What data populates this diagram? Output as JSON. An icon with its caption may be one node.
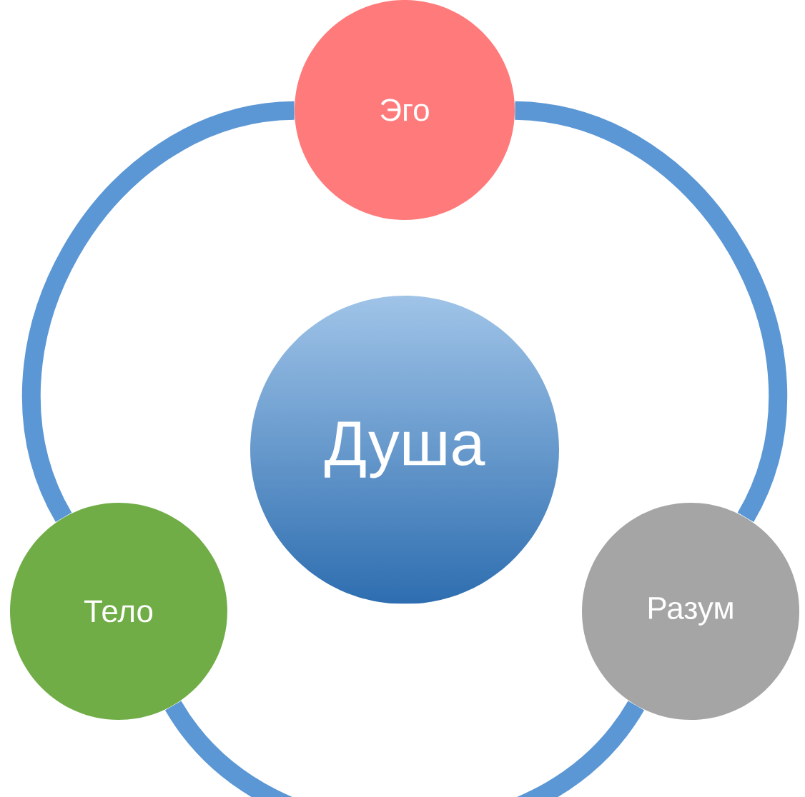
{
  "diagram": {
    "nodes": [
      {
        "text": [
          "Душа"
        ]
      },
      {
        "text": [
          "Эго"
        ]
      },
      {
        "text": [
          "Разум"
        ]
      },
      {
        "text": [
          "Тело"
        ]
      }
    ],
    "edges": [
      {
        "from": 1,
        "to": 2,
        "arrow": "none"
      },
      {
        "from": 2,
        "to": 3,
        "arrow": "none"
      },
      {
        "from": 3,
        "to": 1,
        "arrow": "none"
      }
    ]
  }
}
